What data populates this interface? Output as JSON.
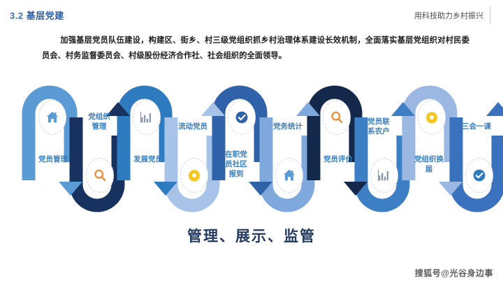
{
  "header": {
    "section_number": "3.2",
    "title": "基层党建",
    "right_text": "用科技助力乡村振兴"
  },
  "body": {
    "paragraph": "加强基层党员队伍建设，构建区、街乡、村三级党组织抓乡村治理体系建设长效机制，全面落实基层党组织对村民委员会、村务监督委员会、村级股份经济合作社、社会组织的全面领导。"
  },
  "diagram": {
    "type": "serpentine-flow",
    "colors": {
      "c1": "#5b9bd5",
      "c2": "#17325e",
      "c3": "#2f7bc0",
      "c4": "#a7c4e8",
      "c5": "#2f62a8",
      "c6": "#7fa9dc",
      "c7": "#13284b",
      "c8": "#3c7fc4",
      "c9": "#9ab8e2",
      "c10": "#3a72bd",
      "accent_orange": "#e8903a",
      "accent_yellow": "#f5c518",
      "label_blue": "#3a7fc4"
    },
    "steps": [
      {
        "label": "党员管理",
        "icon": "home-icon",
        "icon_color": "#5b9bd5",
        "position": "top",
        "color": "#5b9bd5"
      },
      {
        "label": "党组织\n管理",
        "icon": "search-icon",
        "icon_color": "#e8903a",
        "position": "bottom",
        "color": "#17325e"
      },
      {
        "label": "发展党员",
        "icon": "chart-icon",
        "icon_color": "#8a9bb0",
        "position": "top",
        "color": "#2f7bc0"
      },
      {
        "label": "流动党员",
        "icon": "gear-icon",
        "icon_color": "#f5c518",
        "position": "bottom",
        "color": "#a7c4e8"
      },
      {
        "label": "在职党\n员社区\n报到",
        "icon": "check-badge-icon",
        "icon_color": "#2f62a8",
        "position": "top",
        "color": "#2f62a8"
      },
      {
        "label": "党务统计",
        "icon": "home-icon",
        "icon_color": "#5b9bd5",
        "position": "bottom",
        "color": "#7fa9dc"
      },
      {
        "label": "党员评价",
        "icon": "search-icon",
        "icon_color": "#e8903a",
        "position": "top",
        "color": "#13284b"
      },
      {
        "label": "党员联\n系农户",
        "icon": "chart-icon",
        "icon_color": "#8a9bb0",
        "position": "bottom",
        "color": "#3c7fc4"
      },
      {
        "label": "党组织换\n届",
        "icon": "gear-icon",
        "icon_color": "#f5c518",
        "position": "top",
        "color": "#9ab8e2"
      },
      {
        "label": "三会一课",
        "icon": "check-badge-icon",
        "icon_color": "#2f7bc0",
        "position": "bottom",
        "color": "#3a72bd"
      }
    ]
  },
  "bottom_title": "管理、展示、监管",
  "watermark": "搜狐号@光谷身边事"
}
